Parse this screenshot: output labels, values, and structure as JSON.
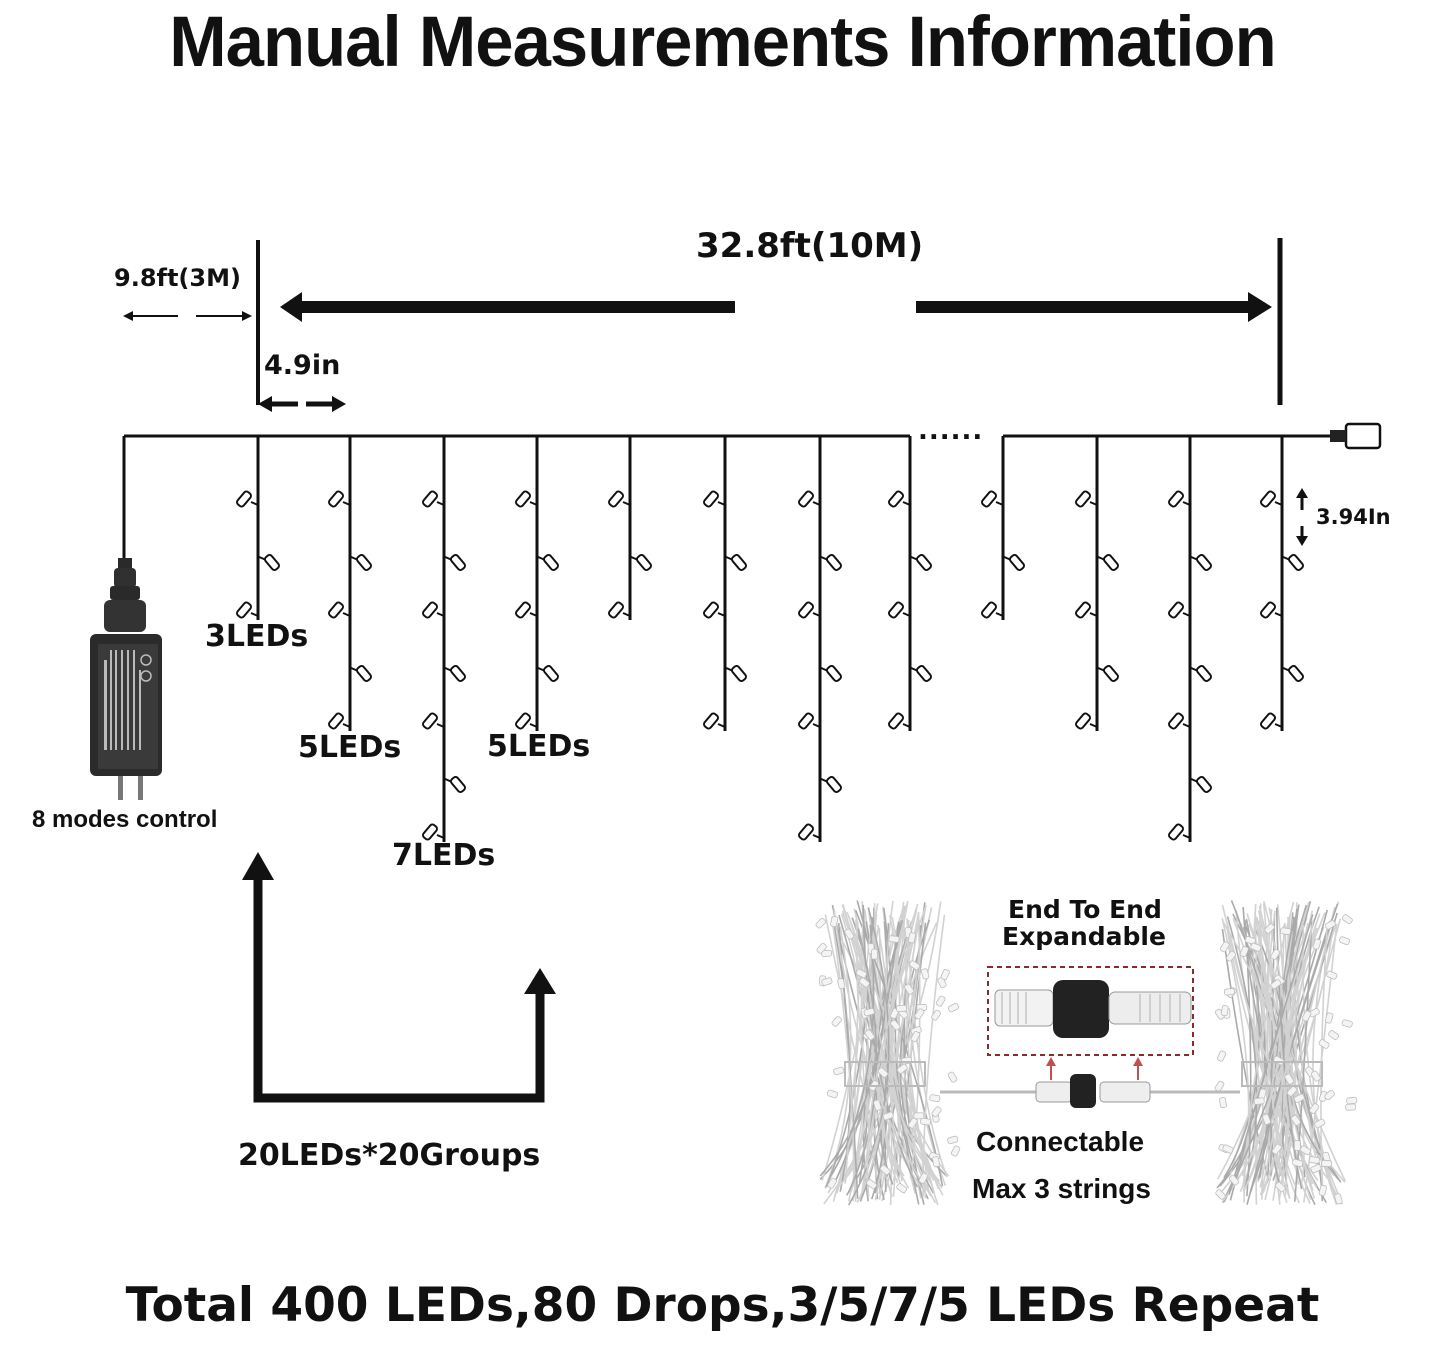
{
  "title": "Manual Measurements Information",
  "dimensions": {
    "total_length": "32.8ft(10M)",
    "lead_length": "9.8ft(3M)",
    "drop_spacing": "4.9in",
    "led_spacing": "3.94In"
  },
  "drop_labels": {
    "three": "3LEDs",
    "five_a": "5LEDs",
    "five_b": "5LEDs",
    "seven": "7LEDs"
  },
  "controller_label": "8 modes control",
  "group_label": "20LEDs*20Groups",
  "connector": {
    "heading_line1": "End To End",
    "heading_line2": "Expandable",
    "caption_line1": "Connectable",
    "caption_line2": "Max 3 strings"
  },
  "ellipsis": "......",
  "footer": "Total 400 LEDs,80 Drops,3/5/7/5 LEDs Repeat",
  "colors": {
    "line": "#111111",
    "wire_bundle": "#c8c8c8",
    "dash_box": "#8b2a2a"
  },
  "icons": [
    "led-bulb-icon",
    "power-adapter-icon",
    "plug-connector-icon",
    "wire-bundle-icon"
  ]
}
